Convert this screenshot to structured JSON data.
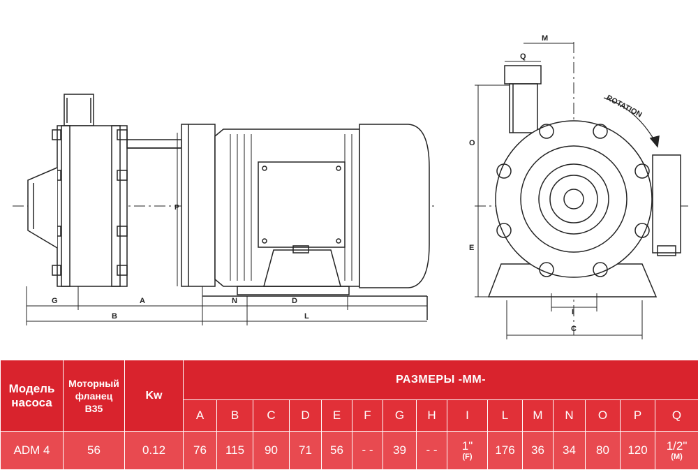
{
  "drawing": {
    "labels": {
      "G": "G",
      "A": "A",
      "B": "B",
      "N": "N",
      "D": "D",
      "L": "L",
      "P": "P",
      "M": "M",
      "Q": "Q",
      "O": "O",
      "E": "E",
      "I": "I",
      "C": "C",
      "rotation": "ROTATION"
    }
  },
  "table": {
    "header_model": "Модель насоса",
    "header_model_lines": [
      "Модель",
      "насоса"
    ],
    "header_flange_lines": [
      "Моторный",
      "фланец",
      "B35"
    ],
    "header_kw": "Kw",
    "header_dims": "РАЗМЕРЫ -ММ-",
    "columns": [
      "A",
      "B",
      "C",
      "D",
      "E",
      "F",
      "G",
      "H",
      "I",
      "L",
      "M",
      "N",
      "O",
      "P",
      "Q"
    ],
    "row": {
      "model": "ADM 4",
      "flange": "56",
      "kw": "0.12",
      "A": "76",
      "B": "115",
      "C": "90",
      "D": "71",
      "E": "56",
      "F": "- -",
      "G": "39",
      "H": "- -",
      "I": "1\"",
      "I_note": "(F)",
      "L": "176",
      "M": "36",
      "N": "34",
      "O": "80",
      "P": "120",
      "Q": "1/2\"",
      "Q_note": "(M)"
    }
  }
}
